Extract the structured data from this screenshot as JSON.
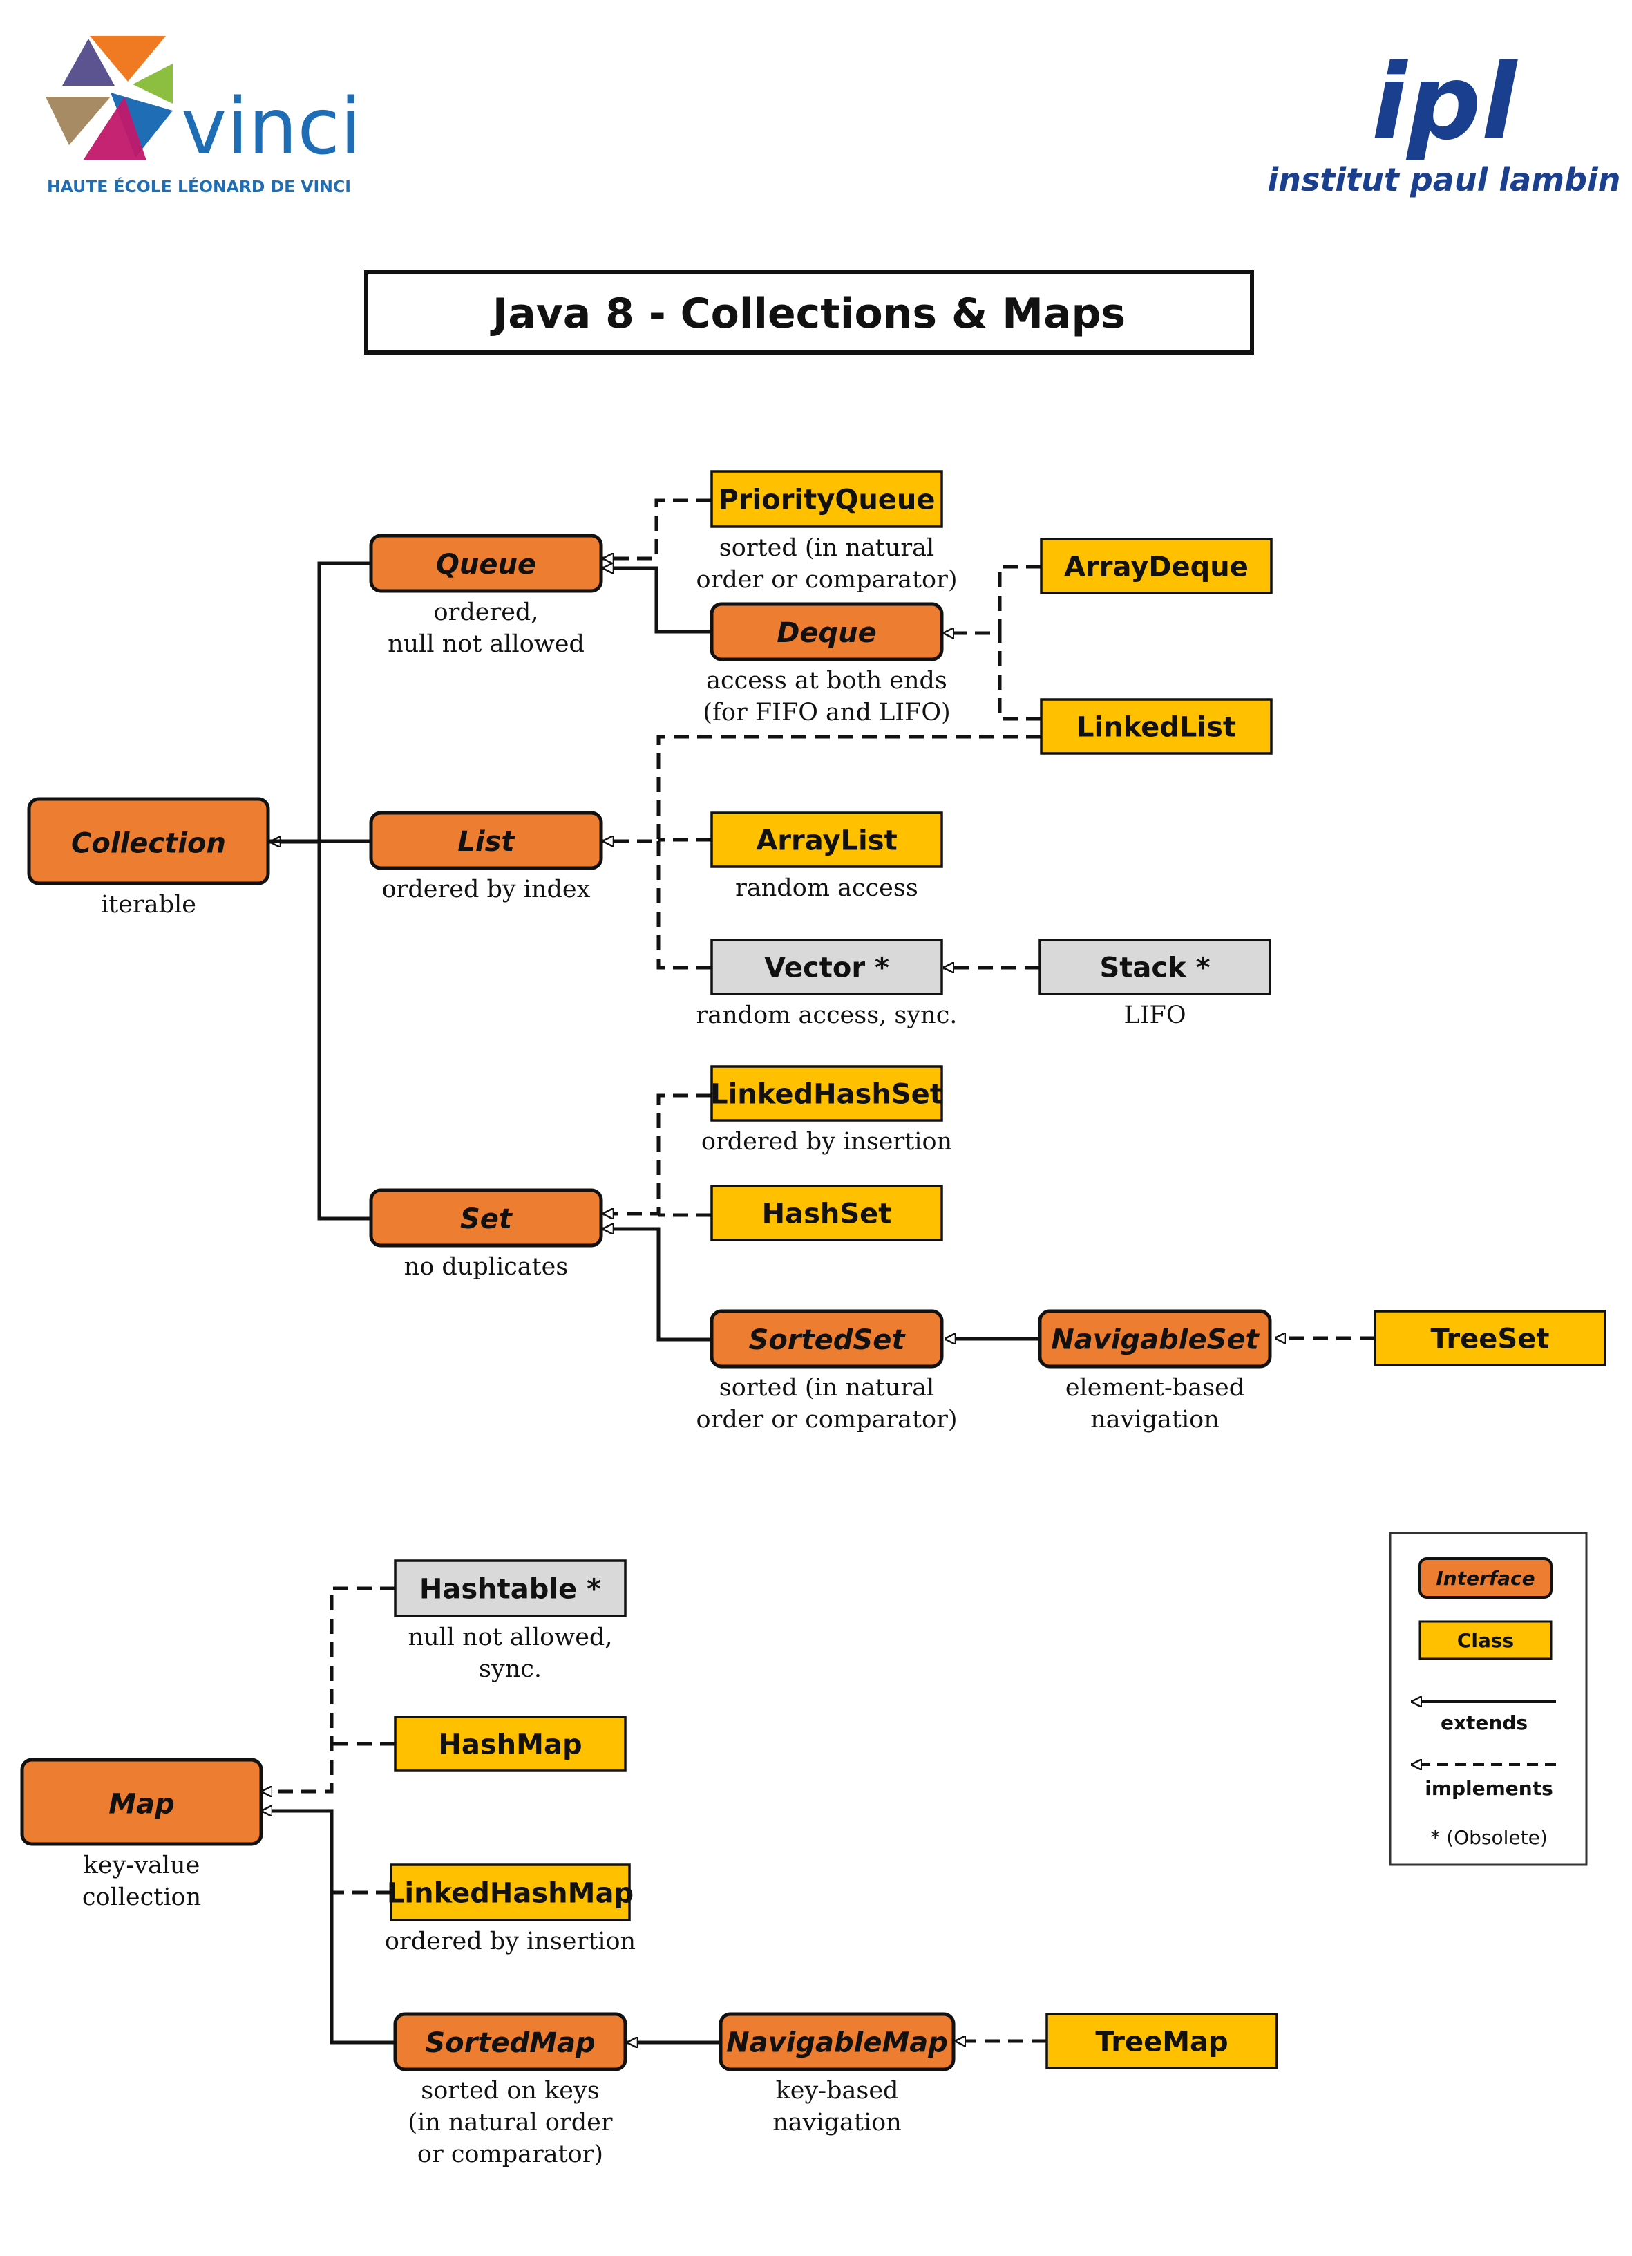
{
  "logos": {
    "vinci": {
      "name": "vinci",
      "subtitle": "HAUTE ÉCOLE LÉONARD DE VINCI"
    },
    "ipl": {
      "mark": "ipl",
      "name": "institut paul lambin"
    }
  },
  "title": "Java 8 - Collections & Maps",
  "colors": {
    "interface": "#ed7d31",
    "class": "#ffc000",
    "obsolete": "#d9d9d9",
    "stroke": "#111111"
  },
  "nodes": {
    "collection": {
      "label": "Collection",
      "kind": "interface",
      "desc": [
        "iterable"
      ]
    },
    "queue": {
      "label": "Queue",
      "kind": "interface",
      "desc": [
        "ordered,",
        "null not allowed"
      ]
    },
    "list": {
      "label": "List",
      "kind": "interface",
      "desc": [
        "ordered by index"
      ]
    },
    "set": {
      "label": "Set",
      "kind": "interface",
      "desc": [
        "no duplicates"
      ]
    },
    "priorityqueue": {
      "label": "PriorityQueue",
      "kind": "class",
      "desc": [
        "sorted (in natural",
        "order or comparator)"
      ]
    },
    "deque": {
      "label": "Deque",
      "kind": "interface",
      "desc": [
        "access at both ends",
        "(for FIFO and LIFO)"
      ]
    },
    "arraydeque": {
      "label": "ArrayDeque",
      "kind": "class",
      "desc": []
    },
    "linkedlist": {
      "label": "LinkedList",
      "kind": "class",
      "desc": []
    },
    "arraylist": {
      "label": "ArrayList",
      "kind": "class",
      "desc": [
        "random access"
      ]
    },
    "vector": {
      "label": "Vector *",
      "kind": "obsolete",
      "desc": [
        "random access, sync."
      ]
    },
    "stack": {
      "label": "Stack *",
      "kind": "obsolete",
      "desc": [
        "LIFO"
      ]
    },
    "linkedhashset": {
      "label": "LinkedHashSet",
      "kind": "class",
      "desc": [
        "ordered by insertion"
      ]
    },
    "hashset": {
      "label": "HashSet",
      "kind": "class",
      "desc": []
    },
    "sortedset": {
      "label": "SortedSet",
      "kind": "interface",
      "desc": [
        "sorted (in natural",
        "order or comparator)"
      ]
    },
    "navigableset": {
      "label": "NavigableSet",
      "kind": "interface",
      "desc": [
        "element-based",
        "navigation"
      ]
    },
    "treeset": {
      "label": "TreeSet",
      "kind": "class",
      "desc": []
    },
    "map": {
      "label": "Map",
      "kind": "interface",
      "desc": [
        "key-value",
        "collection"
      ]
    },
    "hashtable": {
      "label": "Hashtable *",
      "kind": "obsolete",
      "desc": [
        "null not allowed,",
        "sync."
      ]
    },
    "hashmap": {
      "label": "HashMap",
      "kind": "class",
      "desc": []
    },
    "linkedhashmap": {
      "label": "LinkedHashMap",
      "kind": "class",
      "desc": [
        "ordered by insertion"
      ]
    },
    "sortedmap": {
      "label": "SortedMap",
      "kind": "interface",
      "desc": [
        "sorted on keys",
        "(in natural order",
        "or comparator)"
      ]
    },
    "navigablemap": {
      "label": "NavigableMap",
      "kind": "interface",
      "desc": [
        "key-based",
        "navigation"
      ]
    },
    "treemap": {
      "label": "TreeMap",
      "kind": "class",
      "desc": []
    }
  },
  "edges": [
    {
      "from": "queue",
      "to": "collection",
      "type": "extends"
    },
    {
      "from": "list",
      "to": "collection",
      "type": "extends"
    },
    {
      "from": "set",
      "to": "collection",
      "type": "extends"
    },
    {
      "from": "priorityqueue",
      "to": "queue",
      "type": "implements"
    },
    {
      "from": "deque",
      "to": "queue",
      "type": "extends"
    },
    {
      "from": "arraydeque",
      "to": "deque",
      "type": "implements"
    },
    {
      "from": "linkedlist",
      "to": "deque",
      "type": "implements"
    },
    {
      "from": "linkedlist",
      "to": "list",
      "type": "implements"
    },
    {
      "from": "arraylist",
      "to": "list",
      "type": "implements"
    },
    {
      "from": "vector",
      "to": "list",
      "type": "implements"
    },
    {
      "from": "stack",
      "to": "vector",
      "type": "extends"
    },
    {
      "from": "linkedhashset",
      "to": "set",
      "type": "implements"
    },
    {
      "from": "hashset",
      "to": "set",
      "type": "implements"
    },
    {
      "from": "sortedset",
      "to": "set",
      "type": "extends"
    },
    {
      "from": "navigableset",
      "to": "sortedset",
      "type": "extends"
    },
    {
      "from": "treeset",
      "to": "navigableset",
      "type": "implements"
    },
    {
      "from": "hashtable",
      "to": "map",
      "type": "implements"
    },
    {
      "from": "hashmap",
      "to": "map",
      "type": "implements"
    },
    {
      "from": "linkedhashmap",
      "to": "map",
      "type": "implements"
    },
    {
      "from": "sortedmap",
      "to": "map",
      "type": "extends"
    },
    {
      "from": "navigablemap",
      "to": "sortedmap",
      "type": "extends"
    },
    {
      "from": "treemap",
      "to": "navigablemap",
      "type": "implements"
    }
  ],
  "legend": {
    "interface": "Interface",
    "class": "Class",
    "extends": "extends",
    "implements": "implements",
    "obsolete": "* (Obsolete)"
  }
}
